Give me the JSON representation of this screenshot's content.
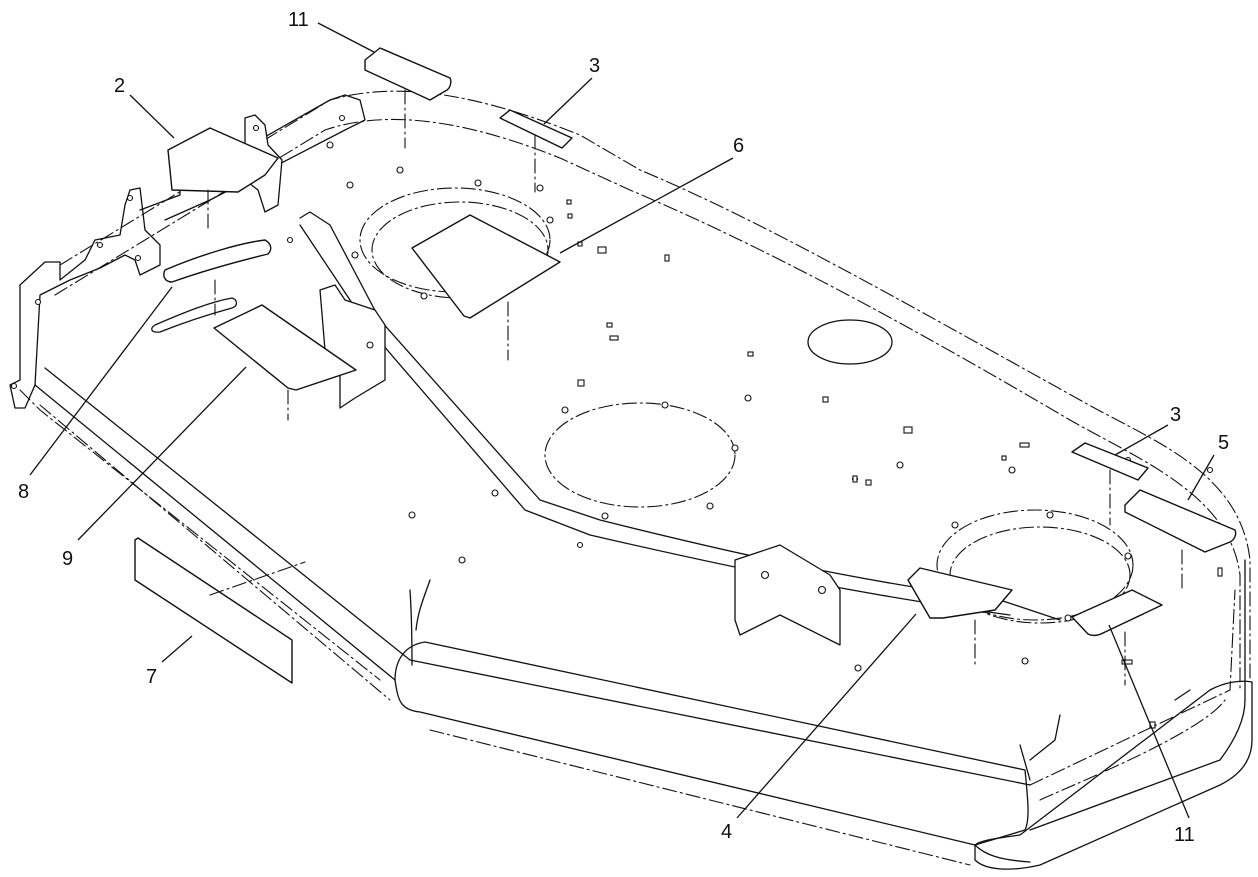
{
  "callouts": [
    {
      "id": "c-11-top",
      "label": "11"
    },
    {
      "id": "c-3-top",
      "label": "3"
    },
    {
      "id": "c-2",
      "label": "2"
    },
    {
      "id": "c-6",
      "label": "6"
    },
    {
      "id": "c-8",
      "label": "8"
    },
    {
      "id": "c-9",
      "label": "9"
    },
    {
      "id": "c-7",
      "label": "7"
    },
    {
      "id": "c-3-right",
      "label": "3"
    },
    {
      "id": "c-5",
      "label": "5"
    },
    {
      "id": "c-4",
      "label": "4"
    },
    {
      "id": "c-11-bottom",
      "label": "11"
    }
  ]
}
